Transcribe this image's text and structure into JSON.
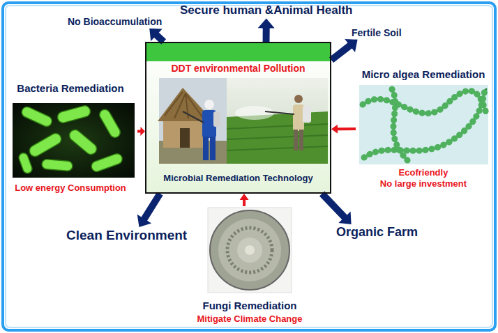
{
  "diagram": {
    "nodes": [
      {
        "text": [
          "DDT environmental Pollution",
          "Microbial Remediation Technology"
        ]
      },
      {
        "text": [
          "Bacteria Remediation",
          "Low energy Consumption"
        ]
      },
      {
        "text": [
          "Micro algea Remediation",
          "Ecofriendly",
          "No large investment"
        ]
      },
      {
        "text": [
          "Fungi Remediation",
          "Mitigate Climate Change"
        ]
      },
      {
        "text": [
          "No Bioaccumulation"
        ]
      },
      {
        "text": [
          "Secure human &Animal Health"
        ]
      },
      {
        "text": [
          "Fertile Soil"
        ]
      },
      {
        "text": [
          "Clean Environment"
        ]
      },
      {
        "text": [
          "Organic Farm"
        ]
      }
    ],
    "edges": [
      {
        "from": 1,
        "to": 0,
        "arrow": "to"
      },
      {
        "from": 2,
        "to": 0,
        "arrow": "to"
      },
      {
        "from": 3,
        "to": 0,
        "arrow": "to"
      },
      {
        "from": 0,
        "to": 4,
        "arrow": "to"
      },
      {
        "from": 0,
        "to": 5,
        "arrow": "to"
      },
      {
        "from": 0,
        "to": 6,
        "arrow": "to"
      },
      {
        "from": 0,
        "to": 7,
        "arrow": "to"
      },
      {
        "from": 0,
        "to": 8,
        "arrow": "to"
      }
    ]
  }
}
